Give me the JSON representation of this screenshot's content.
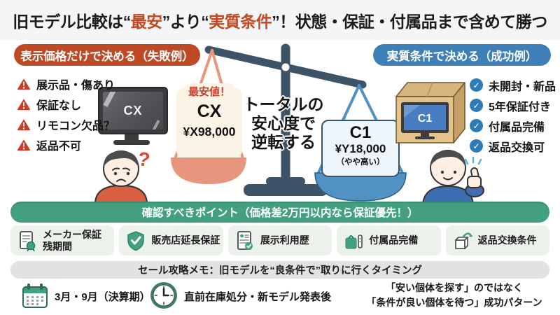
{
  "title": {
    "part1": "旧モデル比較は“",
    "highlight1": "最安",
    "part2": "”より“",
    "highlight2": "実質条件",
    "part3": "”！状態・保証・付属品まで含めて勝つ"
  },
  "left_panel": {
    "header": "表示価格だけで決める（失敗例）",
    "items": [
      {
        "label": "展示品・傷あり"
      },
      {
        "label": "保証なし"
      },
      {
        "label": "リモコン欠品？"
      },
      {
        "label": "返品不可"
      }
    ],
    "tv_label": "CX",
    "question_mark": "?"
  },
  "scale": {
    "left_badge": "最安値！",
    "left_model": "CX",
    "left_price": "¥X98,000",
    "center_line1": "トータルの",
    "center_line2": "安心度で",
    "center_line3": "逆転する",
    "right_model": "C1",
    "right_price": "¥Y18,000",
    "right_note": "（やや高い）"
  },
  "right_panel": {
    "header": "実質条件で決める（成功例）",
    "items": [
      {
        "label": "未開封・新品"
      },
      {
        "label": "5年保証付き"
      },
      {
        "label": "付属品完備"
      },
      {
        "label": "返品交換可"
      }
    ],
    "tv_label": "C1",
    "check_glyph": "✓"
  },
  "points": {
    "header": "確認すべきポイント（価格差2万円以内なら保証優先！）",
    "cards": [
      {
        "icon": "warranty-certificate-icon",
        "line1": "メーカー保証",
        "line2": "残期間"
      },
      {
        "icon": "shield-check-icon",
        "line1": "販売店延長保証",
        "line2": ""
      },
      {
        "icon": "display-history-icon",
        "line1": "展示利用歴",
        "line2": ""
      },
      {
        "icon": "accessories-bag-icon",
        "line1": "付属品完備",
        "line2": ""
      },
      {
        "icon": "return-box-icon",
        "line1": "返品交換条件",
        "line2": ""
      }
    ]
  },
  "memo": {
    "header": "セール攻略メモ：旧モデルを“良条件で”取りに行くタイミング",
    "timing1": "3月・9月（決算期）",
    "timing2": "直前在庫処分・新モデル発表後",
    "note_line1": "「安い個体を探す」のではなく",
    "note_line2": "「条件が良い個体を待つ」成功パターン"
  },
  "colors": {
    "accent_red": "#c7481f",
    "pill_red": "#bd4a24",
    "pill_blue": "#3d80b8",
    "scale_frame": "#3d5468",
    "pan_salmon": "#e8957d",
    "pan_blue": "#4f92c3",
    "green": "#42a07f",
    "card_bg": "#edf1ec"
  }
}
